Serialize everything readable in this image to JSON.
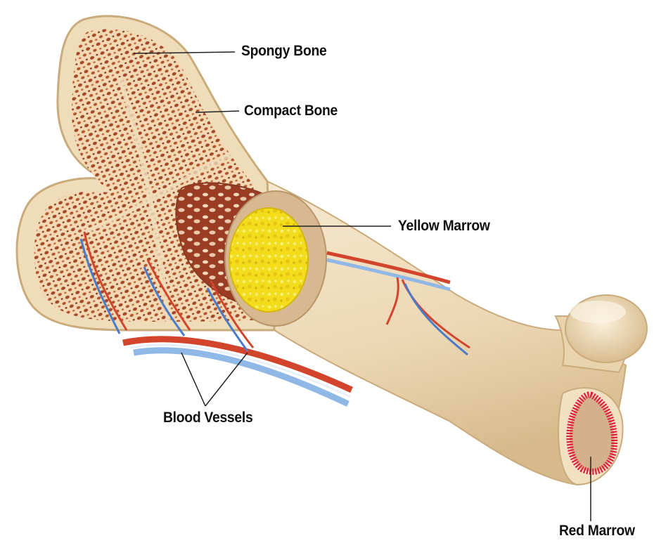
{
  "labels": {
    "spongy_bone": "Spongy Bone",
    "compact_bone": "Compact Bone",
    "yellow_marrow": "Yellow Marrow",
    "blood_vessels": "Blood Vessels",
    "red_marrow": "Red Marrow"
  },
  "colors": {
    "bone": "#f3e2c4",
    "bone_shadow": "#dcc39a",
    "spongy_pore": "#a4482a",
    "yellow_marrow": "#f2dc1c",
    "red_marrow": "#e0193c",
    "artery": "#d2452c",
    "vein": "#8fb8e6"
  }
}
